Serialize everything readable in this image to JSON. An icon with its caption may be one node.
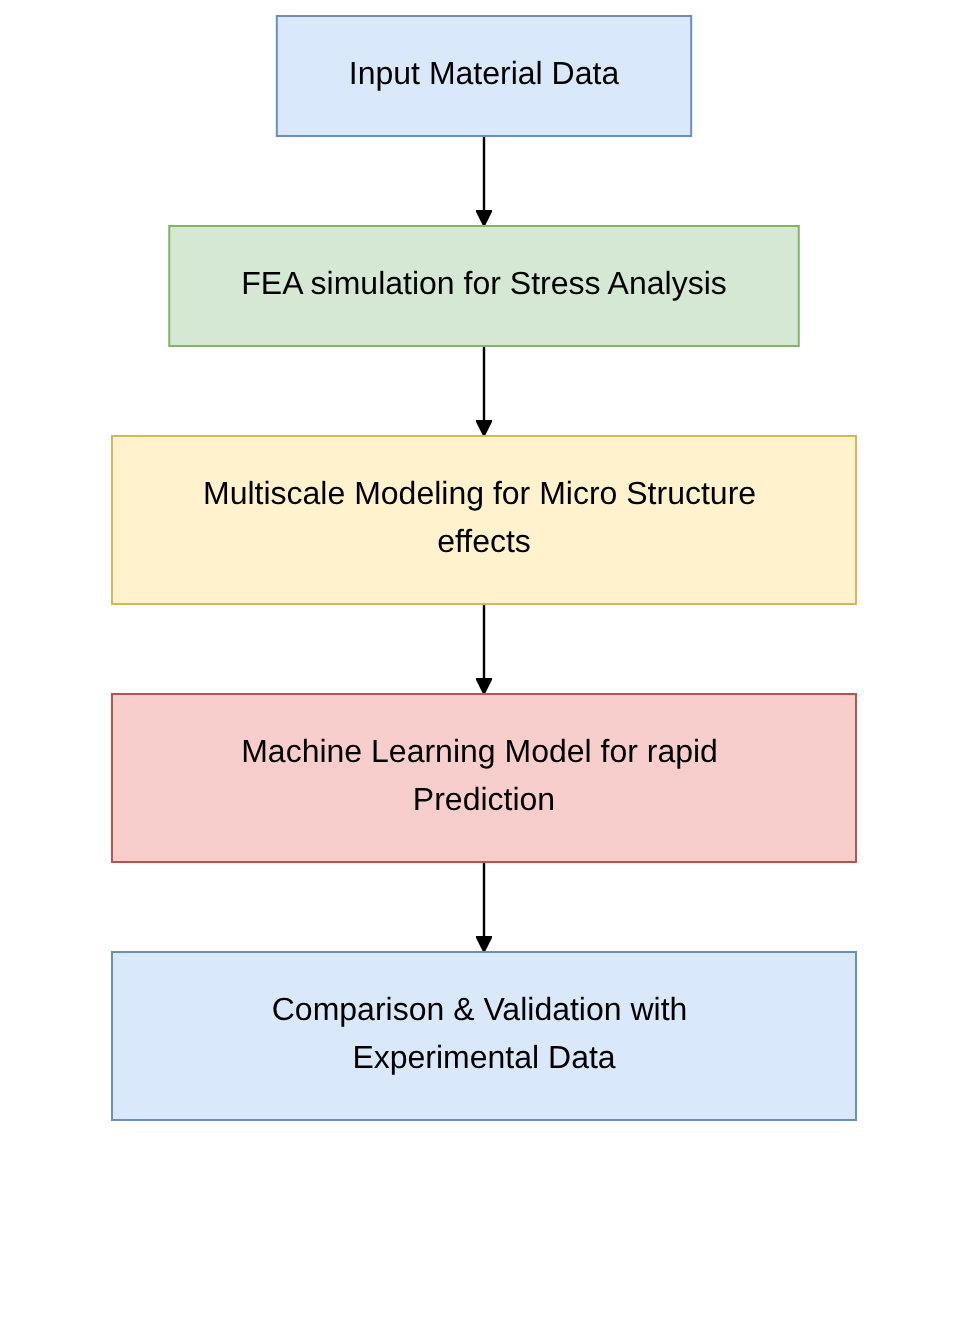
{
  "diagram": {
    "nodes": [
      {
        "text": [
          "Input Material Data"
        ]
      },
      {
        "text": [
          "FEA simulation for Stress Analysis"
        ]
      },
      {
        "text": [
          "Multiscale Modeling for Micro Structure effects"
        ]
      },
      {
        "text": [
          "Machine Learning Model for rapid Prediction"
        ]
      },
      {
        "text": [
          "Comparison & Validation with Experimental Data"
        ]
      }
    ],
    "edges": [
      {
        "from": 0,
        "to": 1,
        "arrow": "to"
      },
      {
        "from": 1,
        "to": 2,
        "arrow": "to"
      },
      {
        "from": 2,
        "to": 3,
        "arrow": "to"
      },
      {
        "from": 3,
        "to": 4,
        "arrow": "to"
      }
    ]
  }
}
